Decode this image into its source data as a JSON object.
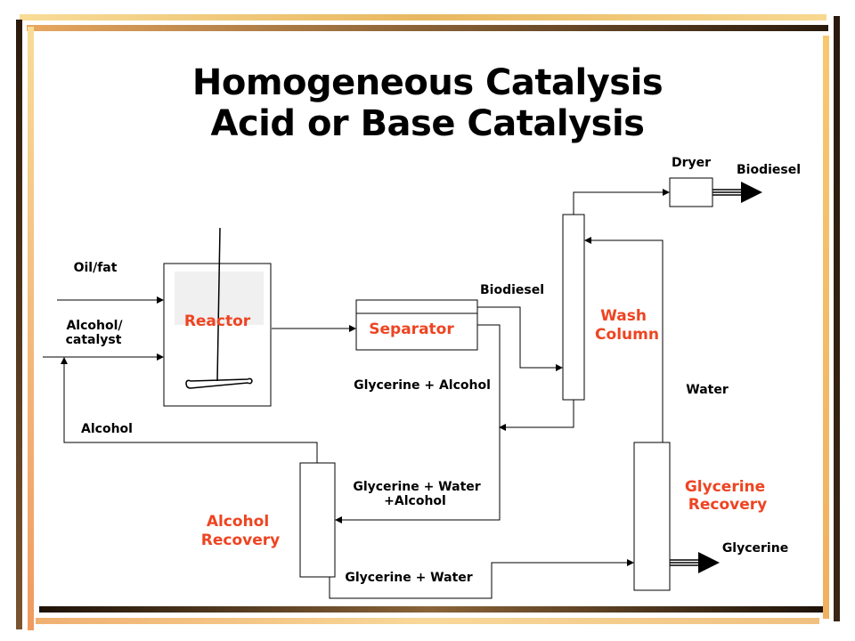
{
  "title": {
    "line1": "Homogeneous Catalysis",
    "line2": "Acid or Base Catalysis"
  },
  "colors": {
    "unit_label": "#ee4422",
    "frame_dark": "#1e1208",
    "frame_light": "#f5c87a",
    "frame_orange": "#f0a860"
  },
  "units": {
    "reactor": "Reactor",
    "separator": "Separator",
    "wash_column_1": "Wash",
    "wash_column_2": "Column",
    "glycerine_recovery_1": "Glycerine",
    "glycerine_recovery_2": "Recovery",
    "alcohol_recovery_1": "Alcohol",
    "alcohol_recovery_2": "Recovery",
    "dryer": "Dryer"
  },
  "streams": {
    "oil_fat": "Oil/fat",
    "alcohol_catalyst_1": "Alcohol/",
    "alcohol_catalyst_2": "catalyst",
    "alcohol": "Alcohol",
    "biodiesel_separator": "Biodiesel",
    "biodiesel_product": "Biodiesel",
    "glycerine_alcohol": "Glycerine + Alcohol",
    "glycerine_water_alcohol_1": "Glycerine + Water",
    "glycerine_water_alcohol_2": "+Alcohol",
    "glycerine_water": "Glycerine + Water",
    "water": "Water",
    "glycerine_product": "Glycerine"
  }
}
